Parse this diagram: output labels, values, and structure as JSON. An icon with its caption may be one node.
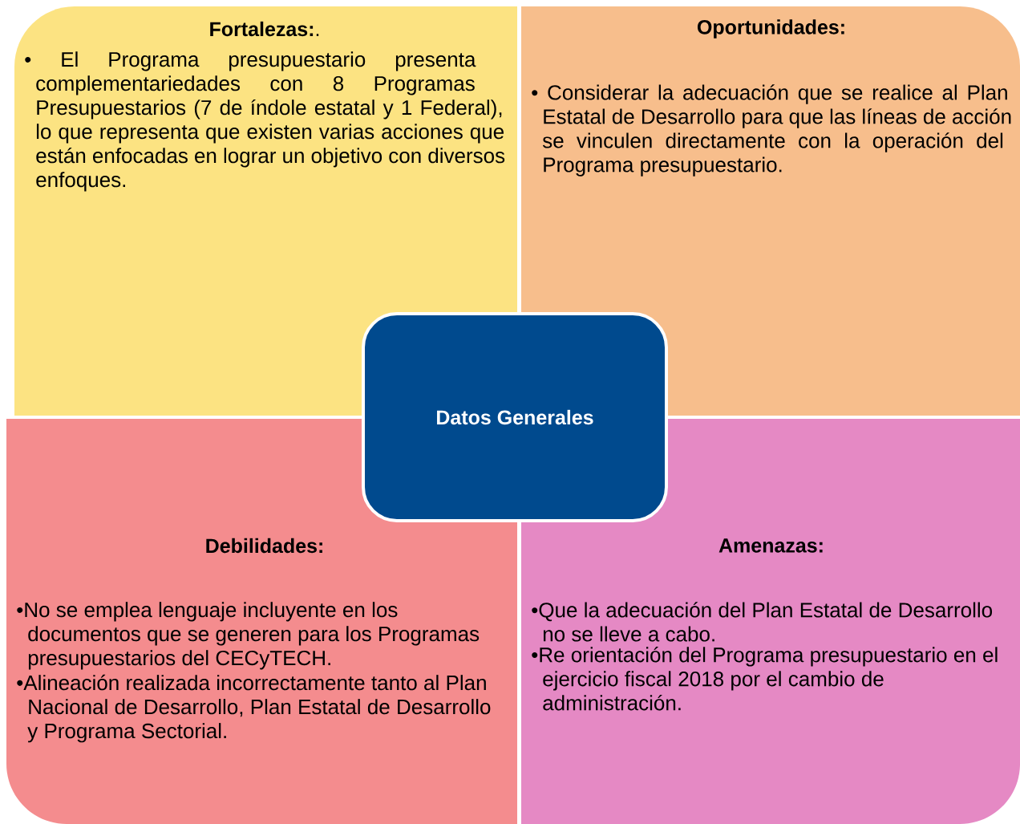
{
  "diagram": {
    "nodes": [
      {
        "text": [
          "**Fortalezas:**.",
          "• El Programa presupuestario presenta complementariedades con 8 Programas Presupuestarios (7 de índole estatal y 1 Federal), lo que representa que existen varias acciones que están enfocadas en lograr un objetivo con diversos enfoques."
        ]
      },
      {
        "text": [
          "Oportunidades:",
          "• Considerar la adecuación que se realice al Plan Estatal de Desarrollo para que las líneas de acción se vinculen directamente con la operación del Programa presupuestario."
        ]
      },
      {
        "text": [
          "Debilidades:",
          "•No se emplea lenguaje incluyente en los documentos que se generen para los Programas presupuestarios del CECyTECH.",
          "•Alineación realizada incorrectamente  tanto al Plan Nacional de Desarrollo, Plan Estatal de Desarrollo y Programa Sectorial."
        ]
      },
      {
        "text": [
          "Amenazas:",
          "•Que la adecuación del Plan Estatal de Desarrollo no se lleve a cabo.",
          "•Re orientación del Programa presupuestario en el ejercicio fiscal 2018 por el cambio de administración."
        ]
      },
      {
        "text": [
          "Datos Generales"
        ]
      }
    ],
    "edges": []
  }
}
